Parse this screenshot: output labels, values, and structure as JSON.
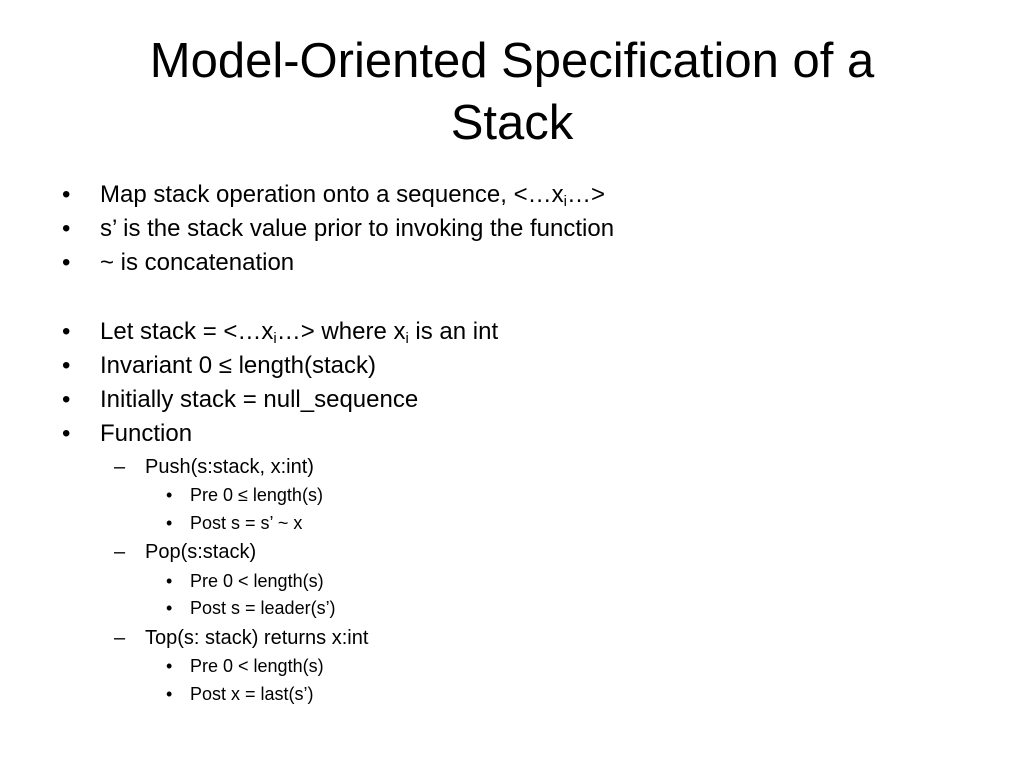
{
  "slide": {
    "title_line1": "Model-Oriented Specification of a",
    "title_line2": "Stack",
    "bullets": {
      "b1_pre": "Map stack operation onto a sequence, <…x",
      "b1_sub": "i",
      "b1_post": "…>",
      "b2": "s’  is  the stack value prior to invoking the function",
      "b3": "~ is concatenation",
      "b4_pre": "Let stack = <…x",
      "b4_sub1": "i",
      "b4_mid": "…> where x",
      "b4_sub2": "i",
      "b4_post": " is an int",
      "b5": "Invariant 0 ≤ length(stack)",
      "b6": "Initially stack = null_sequence",
      "b7": "Function",
      "push": {
        "label": "Push(s:stack, x:int)",
        "pre": "Pre  0 ≤  length(s)",
        "post": "Post s = s’ ~ x"
      },
      "pop": {
        "label": "Pop(s:stack)",
        "pre": "Pre  0 < length(s)",
        "post": "Post  s = leader(s’)"
      },
      "top": {
        "label": "Top(s: stack) returns x:int",
        "pre": "Pre 0 < length(s)",
        "post": "Post x = last(s’)"
      }
    },
    "markers": {
      "bullet": "•",
      "dash": "–",
      "sub_bullet": "•"
    }
  }
}
